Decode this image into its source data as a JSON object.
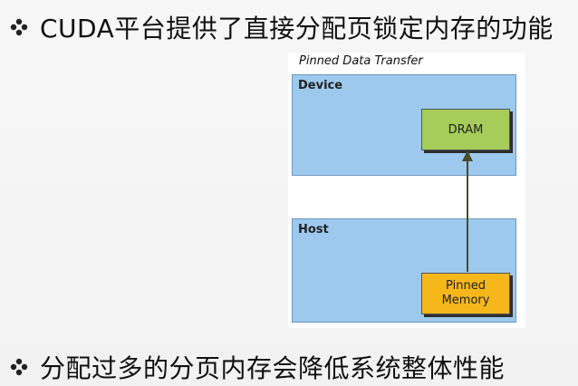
{
  "bullets": [
    {
      "text": "CUDA平台提供了直接分配页锁定内存的功能"
    },
    {
      "text": "分配过多的分页内存会降低系统整体性能"
    }
  ],
  "diagram": {
    "title": "Pinned Data Transfer",
    "device_label": "Device",
    "host_label": "Host",
    "dram_label": "DRAM",
    "pinned_label": "Pinned\nMemory"
  }
}
